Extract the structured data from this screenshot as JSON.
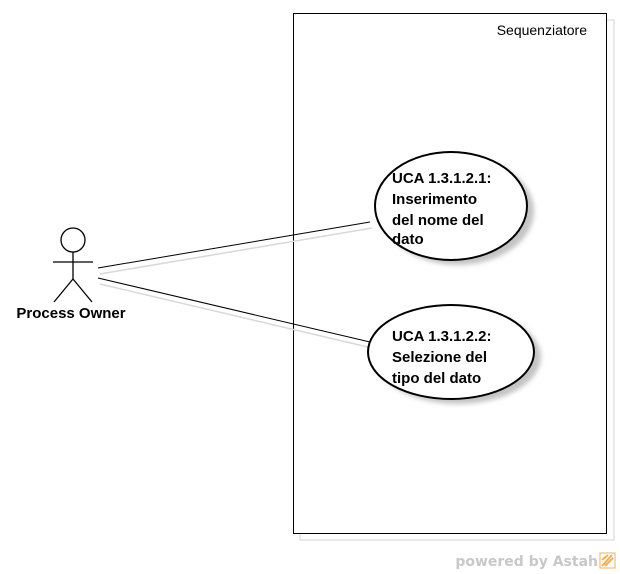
{
  "diagram": {
    "system_boundary": {
      "label": "Sequenziatore"
    },
    "actor": {
      "label": "Process Owner"
    },
    "use_cases": [
      {
        "lines": [
          "UCA 1.3.1.2.1:",
          "Inserimento",
          "del nome del",
          "dato"
        ]
      },
      {
        "lines": [
          "UCA 1.3.1.2.2:",
          "Selezione del",
          "tipo del dato"
        ]
      }
    ],
    "watermark": {
      "text": "powered by Astah",
      "accent_color": "#f0b050"
    }
  }
}
